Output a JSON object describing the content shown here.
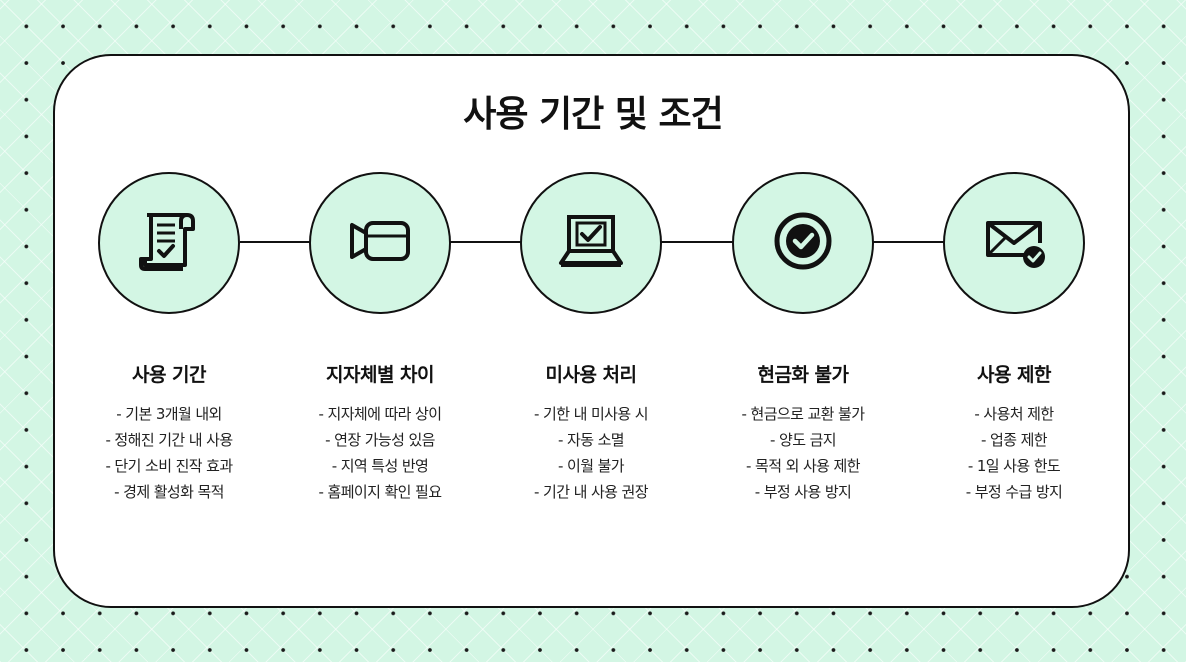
{
  "title": "사용 기간 및 조건",
  "steps": [
    {
      "icon": "document-check-icon",
      "title": "사용 기간",
      "lines": [
        "- 기본 3개월 내외",
        "- 정해진 기간 내 사용",
        "- 단기 소비 진작 효과",
        "- 경제 활성화 목적"
      ]
    },
    {
      "icon": "video-camera-icon",
      "title": "지자체별 차이",
      "lines": [
        "- 지자체에 따라 상이",
        "- 연장 가능성 있음",
        "- 지역 특성 반영",
        "- 홈페이지 확인 필요"
      ]
    },
    {
      "icon": "laptop-check-icon",
      "title": "미사용 처리",
      "lines": [
        "- 기한 내 미사용 시",
        "- 자동 소멸",
        "- 이월 불가",
        "- 기간 내 사용 권장"
      ]
    },
    {
      "icon": "check-circle-icon",
      "title": "현금화 불가",
      "lines": [
        "- 현금으로 교환 불가",
        "- 양도 금지",
        "- 목적 외 사용 제한",
        "- 부정 사용 방지"
      ]
    },
    {
      "icon": "mail-check-icon",
      "title": "사용 제한",
      "lines": [
        "- 사용처 제한",
        "- 업종 제한",
        "- 1일 사용 한도",
        "- 부정 수급 방지"
      ]
    }
  ],
  "colors": {
    "background": "#d3f6e4",
    "card": "#ffffff",
    "circle_fill": "#d3f6e4",
    "stroke": "#111111"
  }
}
